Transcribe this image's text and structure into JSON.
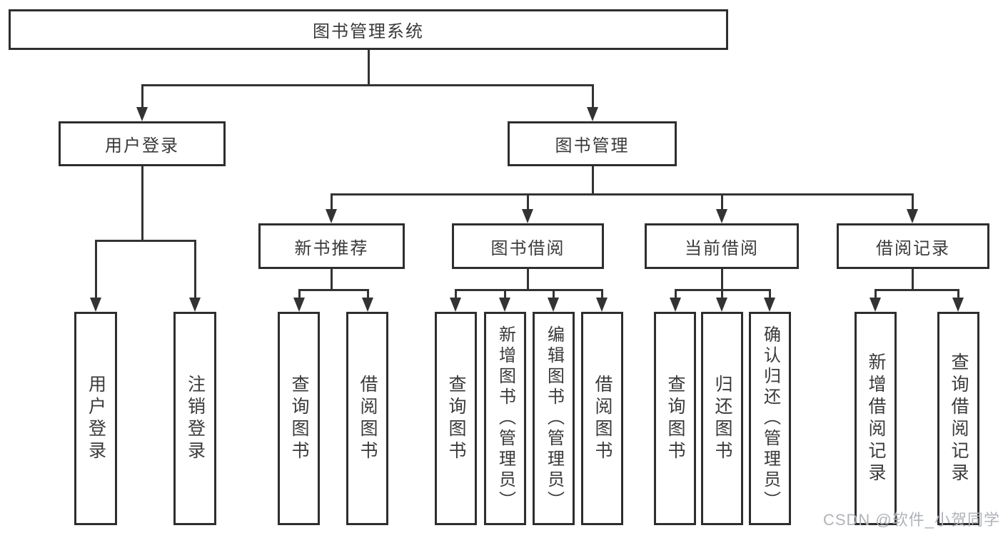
{
  "root": {
    "label": "图书管理系统"
  },
  "level2": [
    {
      "label": "用户登录"
    },
    {
      "label": "图书管理"
    }
  ],
  "level3": [
    {
      "label": "新书推荐"
    },
    {
      "label": "图书借阅"
    },
    {
      "label": "当前借阅"
    },
    {
      "label": "借阅记录"
    }
  ],
  "leaves": {
    "user_login": [
      {
        "label": "用户登录"
      },
      {
        "label": "注销登录"
      }
    ],
    "new_book_recommend": [
      {
        "label": "查询图书"
      },
      {
        "label": "借阅图书"
      }
    ],
    "book_borrowing": [
      {
        "label": "查询图书"
      },
      {
        "label": "新增图书（管理员）"
      },
      {
        "label": "编辑图书（管理员）"
      },
      {
        "label": "借阅图书"
      }
    ],
    "current_borrowing": [
      {
        "label": "查询图书"
      },
      {
        "label": "归还图书"
      },
      {
        "label": "确认归还（管理员）"
      }
    ],
    "borrowing_records": [
      {
        "label": "新增借阅记录"
      },
      {
        "label": "查询借阅记录"
      }
    ]
  },
  "watermark": {
    "text": "CSDN @软件_小贺同学"
  },
  "colors": {
    "line": "#333333",
    "box_border": "#2e2e2e",
    "text": "#3a3a3a",
    "watermark": "#b0b3b8",
    "background": "#ffffff"
  }
}
